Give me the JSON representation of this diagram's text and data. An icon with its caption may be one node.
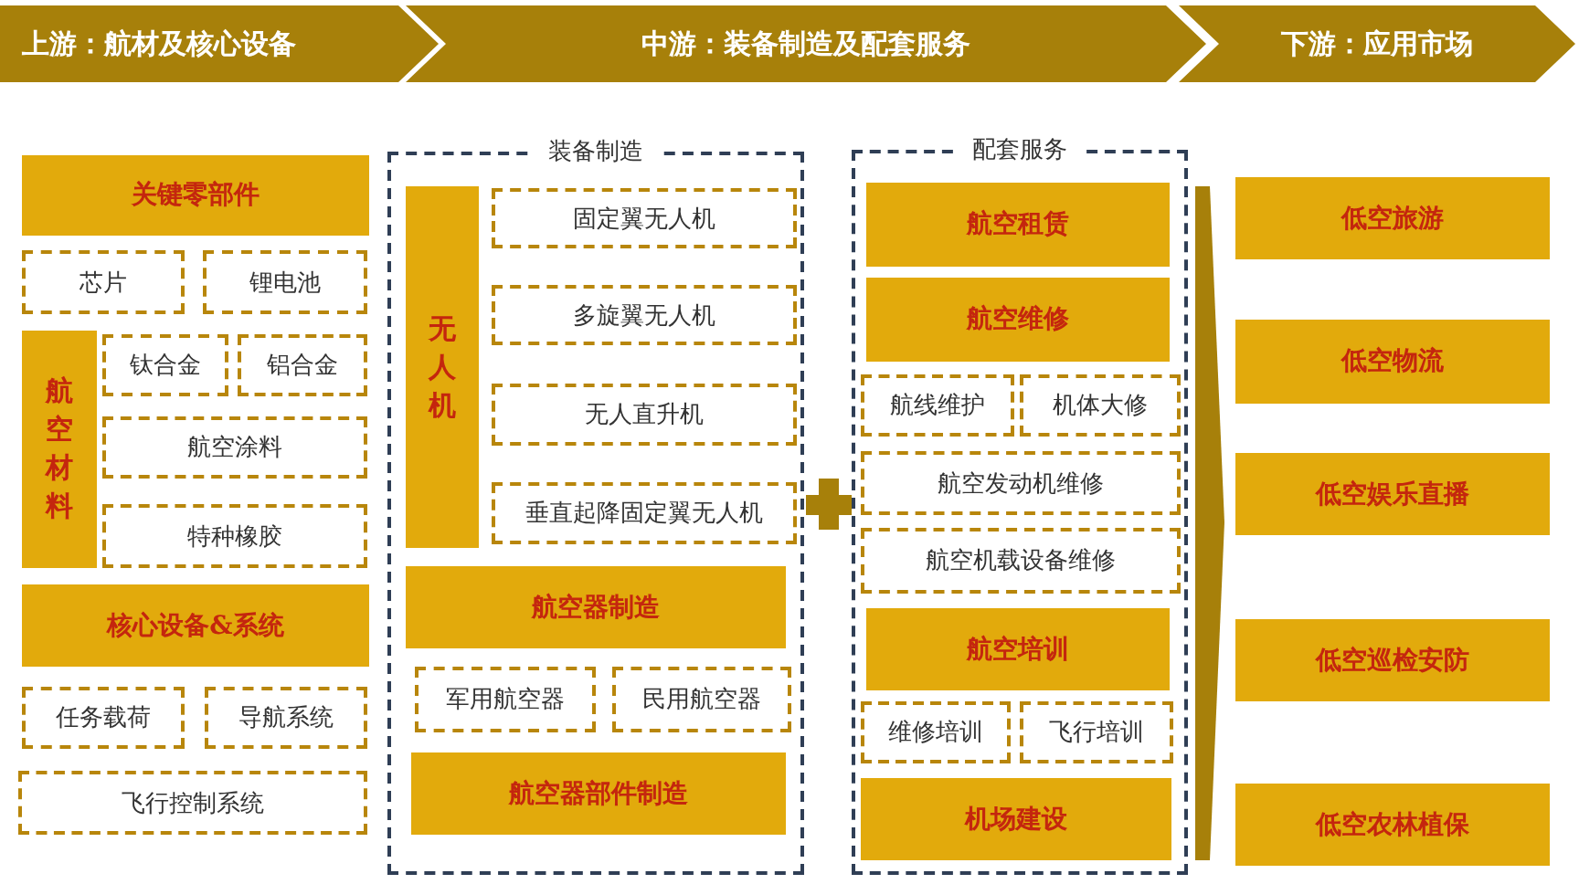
{
  "diagram": {
    "nodes": [
      {
        "text": [
          "上游：航材及核心设备"
        ]
      },
      {
        "text": [
          "中游：装备制造及配套服务"
        ]
      },
      {
        "text": [
          "下游：应用市场"
        ]
      },
      {
        "text": [
          "关键零部件"
        ]
      },
      {
        "text": [
          "芯片"
        ]
      },
      {
        "text": [
          "锂电池"
        ]
      },
      {
        "text": [
          "航空材料"
        ]
      },
      {
        "text": [
          "钛合金"
        ]
      },
      {
        "text": [
          "铝合金"
        ]
      },
      {
        "text": [
          "航空涂料"
        ]
      },
      {
        "text": [
          "特种橡胶"
        ]
      },
      {
        "text": [
          "核心设备&系统"
        ]
      },
      {
        "text": [
          "任务载荷"
        ]
      },
      {
        "text": [
          "导航系统"
        ]
      },
      {
        "text": [
          "飞行控制系统"
        ]
      },
      {
        "text": [
          "装备制造"
        ]
      },
      {
        "text": [
          "无人机"
        ],
        "in": 15
      },
      {
        "text": [
          "固定翼无人机"
        ],
        "in": 15
      },
      {
        "text": [
          "多旋翼无人机"
        ],
        "in": 15
      },
      {
        "text": [
          "无人直升机"
        ],
        "in": 15
      },
      {
        "text": [
          "垂直起降固定翼无人机"
        ],
        "in": 15
      },
      {
        "text": [
          "航空器制造"
        ],
        "in": 15
      },
      {
        "text": [
          "军用航空器"
        ],
        "in": 15
      },
      {
        "text": [
          "民用航空器"
        ],
        "in": 15
      },
      {
        "text": [
          "航空器部件制造"
        ],
        "in": 15
      },
      {
        "text": [
          "配套服务"
        ]
      },
      {
        "text": [
          "航空租赁"
        ],
        "in": 25
      },
      {
        "text": [
          "航空维修"
        ],
        "in": 25
      },
      {
        "text": [
          "航线维护"
        ],
        "in": 25
      },
      {
        "text": [
          "机体大修"
        ],
        "in": 25
      },
      {
        "text": [
          "航空发动机维修"
        ],
        "in": 25
      },
      {
        "text": [
          "航空机载设备维修"
        ],
        "in": 25
      },
      {
        "text": [
          "航空培训"
        ],
        "in": 25
      },
      {
        "text": [
          "维修培训"
        ],
        "in": 25
      },
      {
        "text": [
          "飞行培训"
        ],
        "in": 25
      },
      {
        "text": [
          "机场建设"
        ],
        "in": 25
      },
      {
        "text": [
          "低空旅游"
        ]
      },
      {
        "text": [
          "低空物流"
        ]
      },
      {
        "text": [
          "低空娱乐直播"
        ]
      },
      {
        "text": [
          "低空巡检安防"
        ]
      },
      {
        "text": [
          "低空农林植保"
        ]
      }
    ]
  }
}
